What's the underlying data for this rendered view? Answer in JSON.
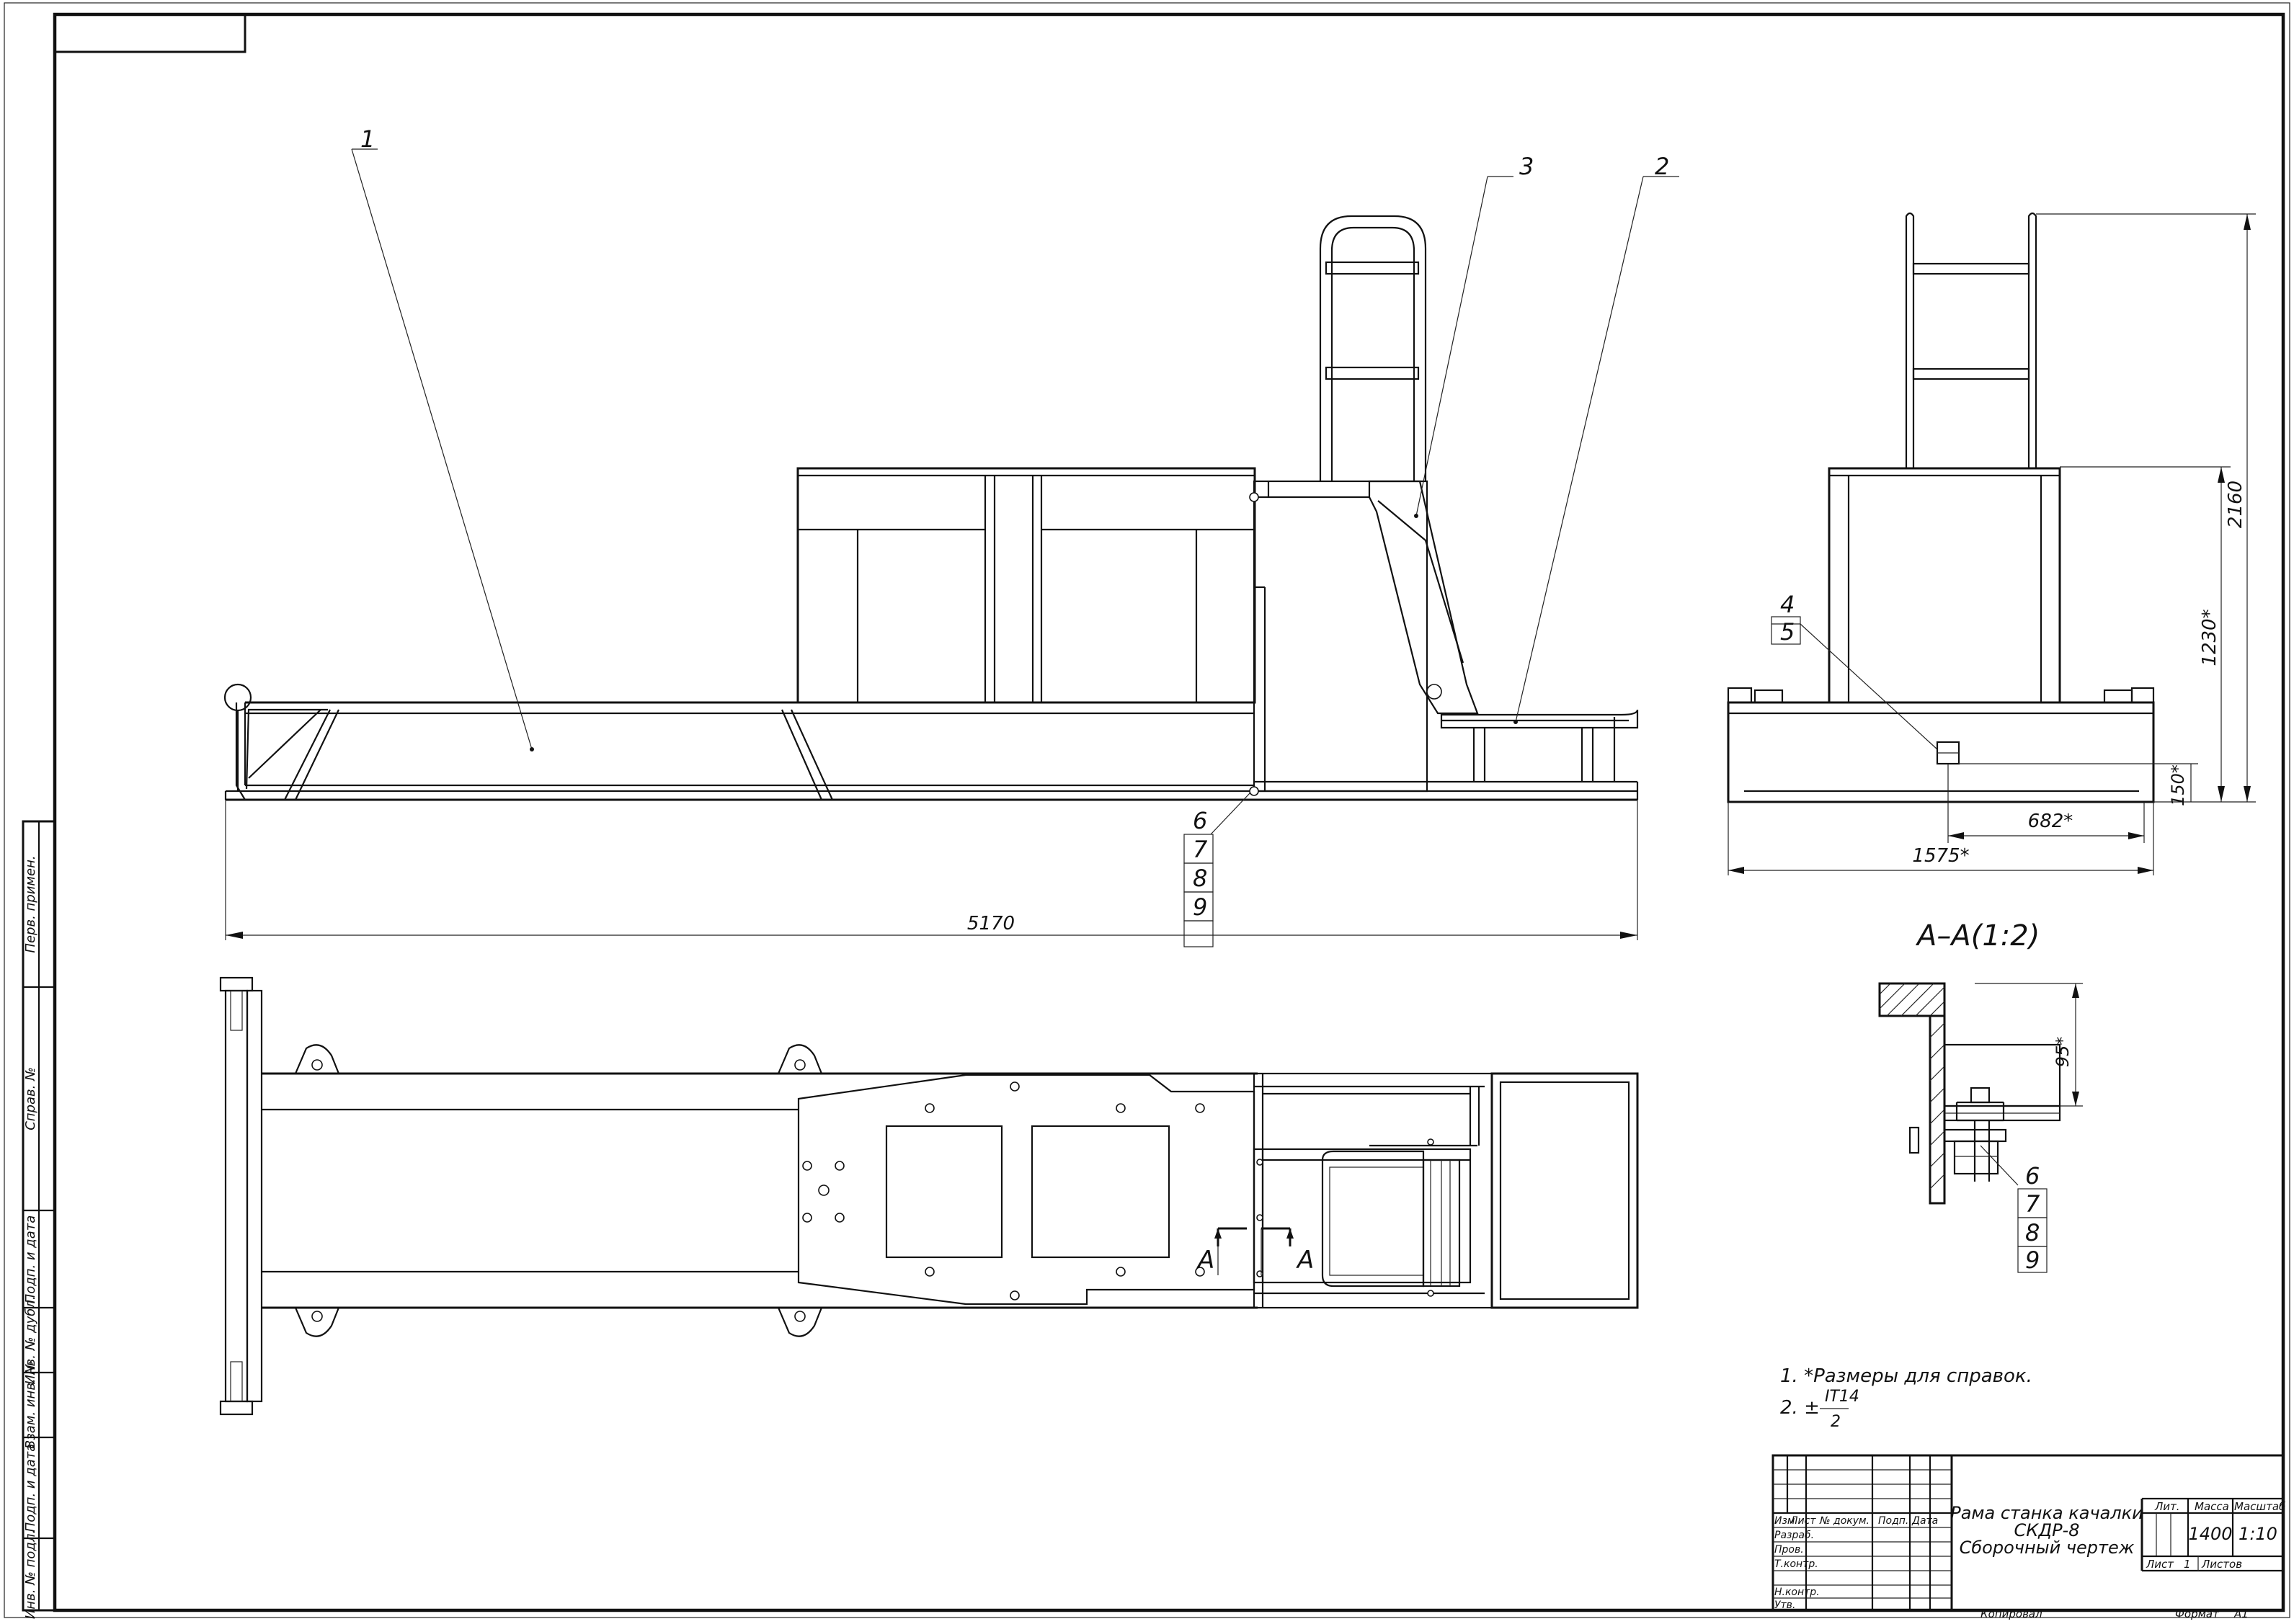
{
  "drawing": {
    "positions": [
      "1",
      "2",
      "3",
      "4",
      "5",
      "6",
      "7",
      "8",
      "9"
    ],
    "dimensions": {
      "overall_length": "5170",
      "height_total": "2160",
      "height_rail": "1230*",
      "height_small": "150*",
      "width_offset": "682*",
      "width_total": "1575*",
      "section_depth": "95*"
    },
    "section_title": "А–А(1:2)",
    "section_marks": [
      "А",
      "А"
    ]
  },
  "notes": {
    "line1": "1.  *Размеры для справок.",
    "line2_prefix": "2.  ±",
    "fraction_num": "IT14",
    "fraction_den": "2"
  },
  "side_stamp": {
    "perv_primen": "Перв. примен.",
    "sprav": "Справ. №",
    "podp_data_1": "Подп. и дата",
    "inv_dubl": "Инв. № дубл.",
    "vzam_inv": "Взам. инв. №",
    "podp_data_2": "Подп. и дата",
    "inv_podl": "Инв. № подл."
  },
  "title_block": {
    "title_line1": "Рама станка качалки",
    "title_line2": "СКДР-8",
    "title_line3": "Сборочный чертеж",
    "hdr_izm": "Изм",
    "hdr_list": "Лист",
    "hdr_doc": "№ докум.",
    "hdr_podp": "Подп.",
    "hdr_data": "Дата",
    "razrab": "Разраб.",
    "prov": "Пров.",
    "tkontr": "Т.контр.",
    "nkontr": "Н.контр.",
    "utv": "Утв.",
    "lit": "Лит.",
    "massa": "Масса",
    "masshtab": "Масштаб",
    "massa_value": "1400",
    "scale_value": "1:10",
    "list_label": "Лист",
    "list_value": "1",
    "listov_label": "Листов",
    "kopiroval": "Копировал",
    "format_label": "Формат",
    "format_value": "А1"
  }
}
